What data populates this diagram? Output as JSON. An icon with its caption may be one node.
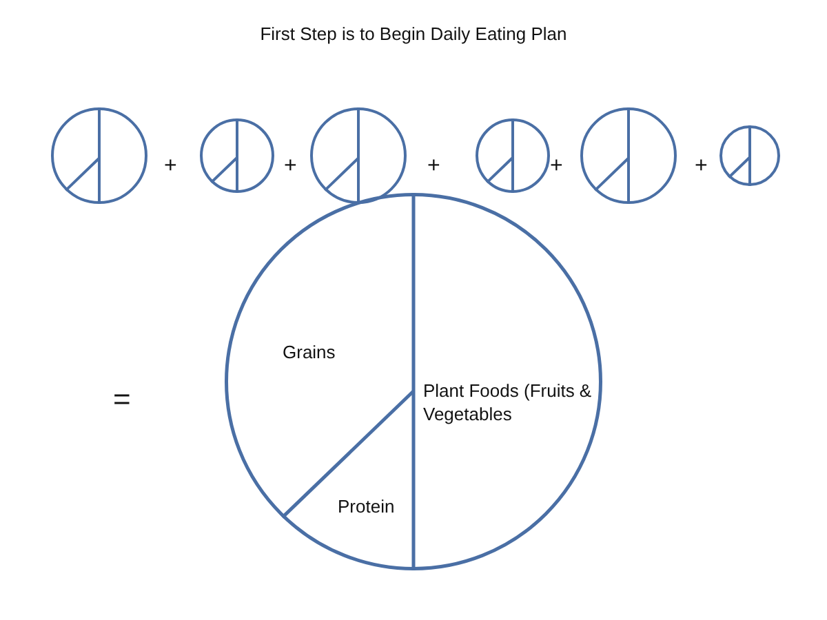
{
  "diagram": {
    "title": "First Step is to Begin Daily Eating Plan",
    "nodes": [
      {
        "text": [],
        "shape": "circle"
      },
      {
        "text": [],
        "shape": "circle"
      },
      {
        "text": [],
        "shape": "circle"
      },
      {
        "text": [],
        "shape": "circle"
      },
      {
        "text": [],
        "shape": "circle"
      },
      {
        "text": [],
        "shape": "circle"
      },
      {
        "text": [
          "Grains",
          "Plant Foods (Fruits & Vegetables",
          "Protein"
        ]
      }
    ],
    "edges": [],
    "labels": [
      "+",
      "+",
      "+",
      "+",
      "+",
      "="
    ]
  }
}
